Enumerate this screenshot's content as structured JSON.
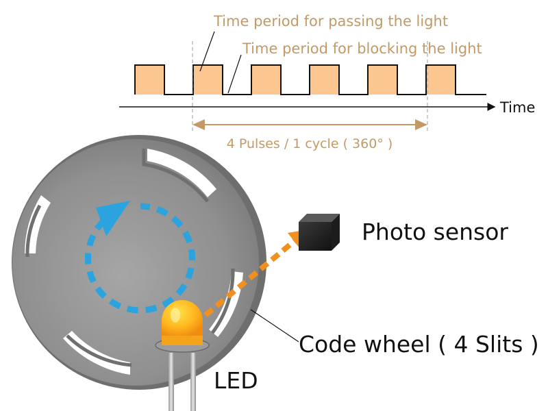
{
  "labels": {
    "passing": "Time period for passing the light",
    "blocking": "Time period for blocking the light",
    "time_axis": "Time",
    "cycle": "4 Pulses / 1 cycle ( 360° )",
    "photo_sensor": "Photo sensor",
    "code_wheel": "Code wheel ( 4 Slits )",
    "led": "LED"
  },
  "colors": {
    "pulse_fill": "#fbc690",
    "annotation": "#c39a66",
    "rotation_arrow": "#2aa3df",
    "light_path": "#f0901e",
    "led_body": "#ffb020",
    "wheel": "#888888"
  },
  "icons": {
    "rotation": "circular-dashed-arrow",
    "light_path": "dashed-arrow",
    "sensor": "cube",
    "led": "led"
  }
}
